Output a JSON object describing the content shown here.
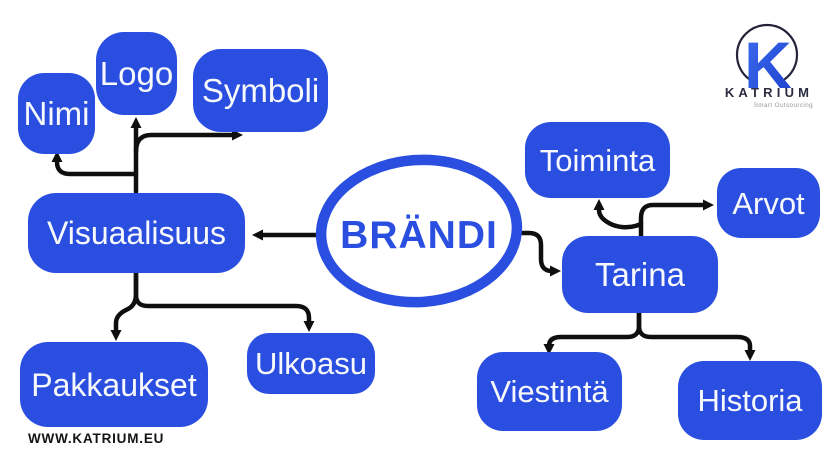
{
  "palette": {
    "node_blue": "#2a4fe0",
    "node_text_white": "#f8f9fc",
    "arrow_black": "#0f0f0f",
    "logo_navy": "#23233a",
    "logo_blue": "#2a55e2",
    "tagline_gray": "#97979f",
    "background": "#ffffff"
  },
  "center": {
    "label": "BRÄNDI"
  },
  "nodes": {
    "nimi": {
      "label": "Nimi"
    },
    "logo": {
      "label": "Logo"
    },
    "symboli": {
      "label": "Symboli"
    },
    "visuaalisuus": {
      "label": "Visuaalisuus"
    },
    "pakkaukset": {
      "label": "Pakkaukset"
    },
    "ulkoasu": {
      "label": "Ulkoasu"
    },
    "toiminta": {
      "label": "Toiminta"
    },
    "arvot": {
      "label": "Arvot"
    },
    "tarina": {
      "label": "Tarina"
    },
    "viestinta": {
      "label": "Viestintä"
    },
    "historia": {
      "label": "Historia"
    }
  },
  "structure": {
    "center": "BRÄNDI",
    "branches": [
      {
        "parent": "Visuaalisuus",
        "children": [
          "Nimi",
          "Logo",
          "Symboli",
          "Pakkaukset",
          "Ulkoasu"
        ]
      },
      {
        "parent": "Tarina",
        "children": [
          "Toiminta",
          "Arvot",
          "Viestintä",
          "Historia"
        ]
      }
    ]
  },
  "logo": {
    "letter": "K",
    "name": "KATRIUM",
    "tagline": "Smart Outsourcing"
  },
  "footer": {
    "url": "WWW.KATRIUM.EU"
  }
}
